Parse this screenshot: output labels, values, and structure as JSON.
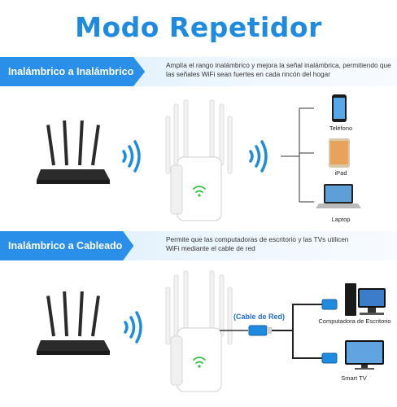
{
  "title": "Modo Repetidor",
  "sections": [
    {
      "tab": "Inalámbrico a Inalámbrico",
      "description": [
        "Amplía el rango inalámbrico y mejora la señal inalámbrica, permitiendo que",
        "las señales WiFi sean fuertes en cada rincón del hogar"
      ],
      "devices": [
        "Teléfono",
        "iPad",
        "Laptop"
      ]
    },
    {
      "tab": "Inalámbrico a Cableado",
      "description": [
        "Permite que las computadoras de escritorio y las TVs utilicen",
        "WiFi mediante el cable de red"
      ],
      "cable_label": "(Cable de Red)",
      "devices": [
        "Computadora de Escritorio",
        "Smart TV"
      ]
    }
  ],
  "colors": {
    "accent": "#1f8be0",
    "tab": "#2a8fe8",
    "router": "#2b2b2b"
  }
}
